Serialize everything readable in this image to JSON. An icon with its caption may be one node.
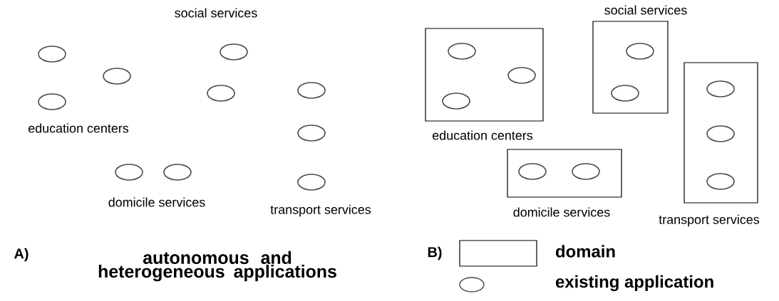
{
  "diagram": {
    "nodes": [
      {
        "text": [],
        "shape": "ellipse"
      },
      {
        "text": [],
        "shape": "ellipse"
      },
      {
        "text": [],
        "shape": "ellipse"
      },
      {
        "text": [],
        "shape": "ellipse"
      },
      {
        "text": [],
        "shape": "ellipse"
      },
      {
        "text": [],
        "shape": "ellipse"
      },
      {
        "text": [],
        "shape": "ellipse"
      },
      {
        "text": [],
        "shape": "ellipse"
      },
      {
        "text": [],
        "shape": "ellipse"
      },
      {
        "text": [],
        "shape": "ellipse"
      },
      {
        "text": [
          "education centers"
        ]
      },
      {
        "text": [],
        "shape": "ellipse",
        "in": 10
      },
      {
        "text": [],
        "shape": "ellipse",
        "in": 10
      },
      {
        "text": [],
        "shape": "ellipse",
        "in": 10
      },
      {
        "text": [
          "social services"
        ]
      },
      {
        "text": [],
        "shape": "ellipse",
        "in": 14
      },
      {
        "text": [],
        "shape": "ellipse",
        "in": 14
      },
      {
        "text": [
          "transport services"
        ]
      },
      {
        "text": [],
        "shape": "ellipse",
        "in": 17
      },
      {
        "text": [],
        "shape": "ellipse",
        "in": 17
      },
      {
        "text": [],
        "shape": "ellipse",
        "in": 17
      },
      {
        "text": [
          "domicile services"
        ]
      },
      {
        "text": [],
        "shape": "ellipse",
        "in": 21
      },
      {
        "text": [],
        "shape": "ellipse",
        "in": 21
      }
    ],
    "edges": [],
    "labels": [
      "social services",
      "education centers",
      "domicile services",
      "transport services",
      "A)",
      "autonomous and heterogeneous applications",
      "B)"
    ],
    "legend": [
      {
        "text": "domain"
      },
      {
        "text": "existing application"
      }
    ]
  }
}
